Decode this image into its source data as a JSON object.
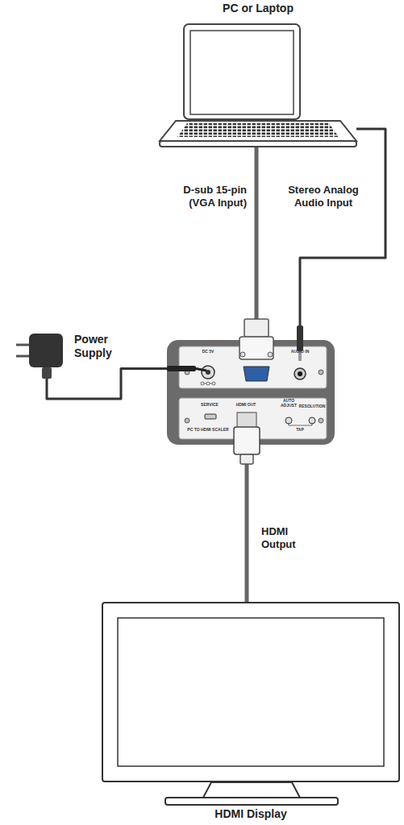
{
  "diagram": {
    "nodes": [
      {
        "text": [
          "PC or Laptop"
        ]
      },
      {
        "text": [
          "Power Supply"
        ]
      },
      {
        "text": [
          "DC 5V",
          "AUDIO IN",
          "SERVICE",
          "HDMI OUT",
          "AUTO ADJUST",
          "RESOLUTION",
          "PC TO HDMI SCALER",
          "TAP"
        ]
      },
      {
        "text": [
          "HDMI Display"
        ]
      }
    ],
    "edges": [
      {
        "from": 0,
        "to": 2,
        "label": "D-sub 15-pin (VGA Input)",
        "arrow": "none"
      },
      {
        "from": 0,
        "to": 2,
        "label": "Stereo Analog Audio Input",
        "arrow": "none"
      },
      {
        "from": 1,
        "to": 2,
        "arrow": "none"
      },
      {
        "from": 2,
        "to": 3,
        "label": "HDMI Output",
        "arrow": "none"
      }
    ]
  }
}
